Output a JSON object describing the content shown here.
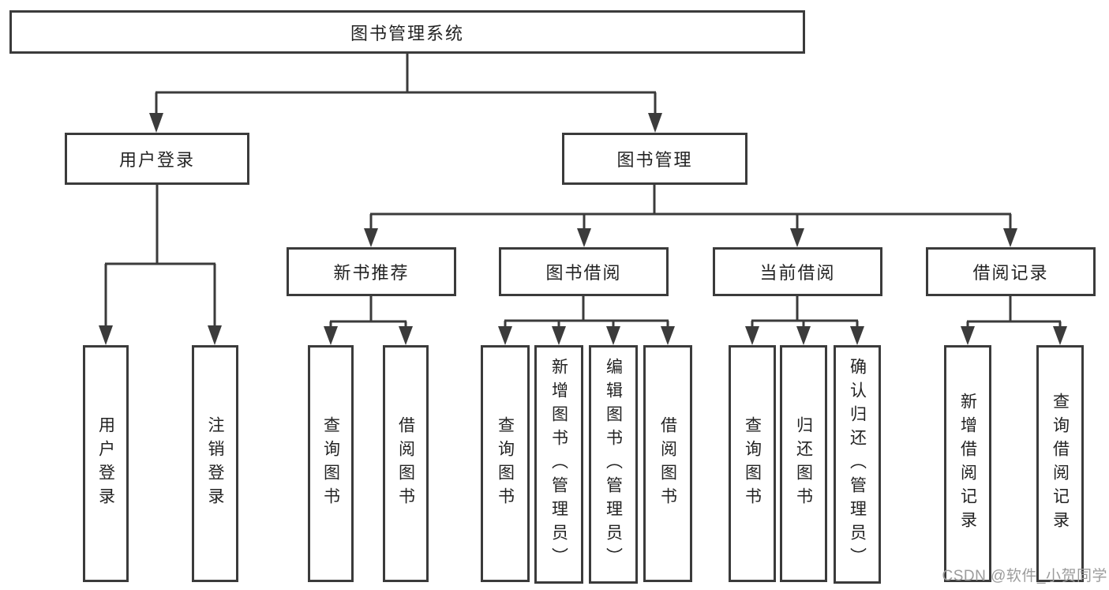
{
  "diagram": {
    "root": {
      "label": "图书管理系统"
    },
    "level1": {
      "user_login": {
        "label": "用户登录"
      },
      "book_mgmt": {
        "label": "图书管理"
      }
    },
    "level2": {
      "new_book_rec": {
        "label": "新书推荐"
      },
      "book_borrow": {
        "label": "图书借阅"
      },
      "current_borrow": {
        "label": "当前借阅"
      },
      "borrow_records": {
        "label": "借阅记录"
      }
    },
    "leaves": {
      "user_login_leaf": {
        "label": "用户登录"
      },
      "logout": {
        "label": "注销登录"
      },
      "rec_query_book": {
        "label": "查询图书"
      },
      "rec_borrow_book": {
        "label": "借阅图书"
      },
      "bb_query_book": {
        "label": "查询图书"
      },
      "bb_add_book": {
        "label": "新增图书（管理员）"
      },
      "bb_edit_book": {
        "label": "编辑图书（管理员）"
      },
      "bb_borrow_book": {
        "label": "借阅图书"
      },
      "cb_query_book": {
        "label": "查询图书"
      },
      "cb_return_book": {
        "label": "归还图书"
      },
      "cb_confirm_return": {
        "label": "确认归还（管理员）"
      },
      "br_add_record": {
        "label": "新增借阅记录"
      },
      "br_query_record": {
        "label": "查询借阅记录"
      }
    }
  },
  "watermark": {
    "text": "CSDN @软件_小贺同学"
  },
  "colors": {
    "line": "#3b3b3b",
    "text": "#232323",
    "watermark": "#9c9c9c",
    "background": "#ffffff"
  }
}
